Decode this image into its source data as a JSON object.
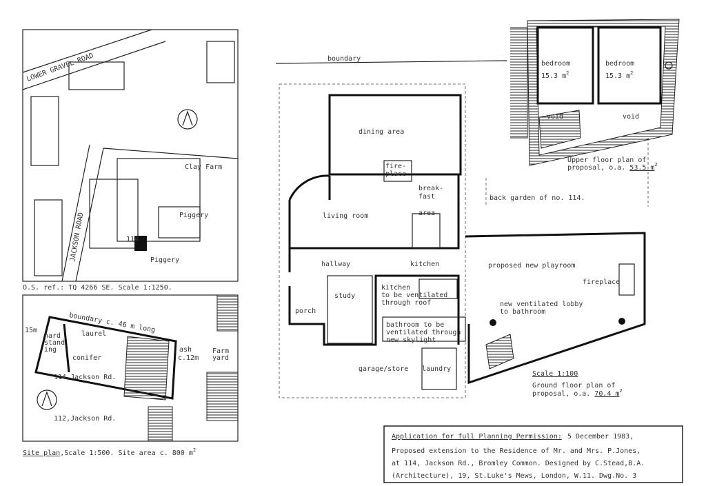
{
  "location_map": {
    "road_lower_gravel": "LOWER GRAVEL ROAD",
    "road_jackson": "JACKSON ROAD",
    "clay_farm": "Clay Farm",
    "piggery_1": "Piggery",
    "piggery_2": "Piggery",
    "house_no": "114",
    "caption": "O.S. ref.: TQ 4266 SE. Scale 1:1250."
  },
  "site_plan": {
    "boundary": "boundary c. 46 m long",
    "width": "15m",
    "hard_standing_1": "hard",
    "hard_standing_2": "stand",
    "hard_standing_3": "ing",
    "laurel": "laurel",
    "conifer": "conifer",
    "house_114": "114,Jackson Rd.",
    "house_112": "112,Jackson Rd.",
    "ash_1": "ash",
    "ash_2": "c.12m",
    "farm_1": "Farm",
    "farm_2": "yard",
    "caption_underlined": "Site plan",
    "caption_rest": ",Scale 1:500. Site area c. 800 m",
    "caption_sup": "2"
  },
  "ground_floor": {
    "boundary": "boundary",
    "dining": "dining area",
    "fireplace_1": "fire-",
    "fireplace_2": "place",
    "breakfast_1": "break-",
    "breakfast_2": "fast",
    "breakfast_3": "area",
    "living": "living room",
    "hallway": "hallway",
    "kitchen": "kitchen",
    "study": "study",
    "kitchen_note_1": "kitchen",
    "kitchen_note_2": "to be ventilated",
    "kitchen_note_3": "through roof",
    "porch": "porch",
    "bathroom_1": "bathroom to be",
    "bathroom_2": "ventilated through",
    "bathroom_3": "new skylight",
    "garage": "garage/store",
    "laundry": "laundry",
    "playroom": "proposed new playroom",
    "playroom_fireplace": "fireplace",
    "lobby_1": "new ventilated lobby",
    "lobby_2": "to bathroom",
    "scale": "Scale 1:100",
    "caption_1": "Ground floor plan of",
    "caption_2": "proposal, o.a.",
    "area": "70.4 m",
    "sup": "2",
    "back_garden": "back garden of no. 114."
  },
  "upper_floor": {
    "bedroom_1": "bedroom",
    "bedroom_1_area": "15.3 m",
    "bedroom_2": "bedroom",
    "bedroom_2_area": "15.3 m",
    "sup": "2",
    "void_1": "void",
    "void_2": "void",
    "caption_1": "Upper floor plan of",
    "caption_2": "proposal, o.a.",
    "area": "53.5 m"
  },
  "title_block": {
    "heading": "Application for full Planning Permission:",
    "date": "5 December 1983,",
    "line2": "Proposed extension to the Residence of Mr. and Mrs. P.Jones,",
    "line3": "at 114, Jackson Rd., Bromley Common. Designed by C.Stead,B.A.",
    "line4": "(Architecture), 19, St.Luke's Mews, London, W.11. Dwg.No. 3"
  }
}
